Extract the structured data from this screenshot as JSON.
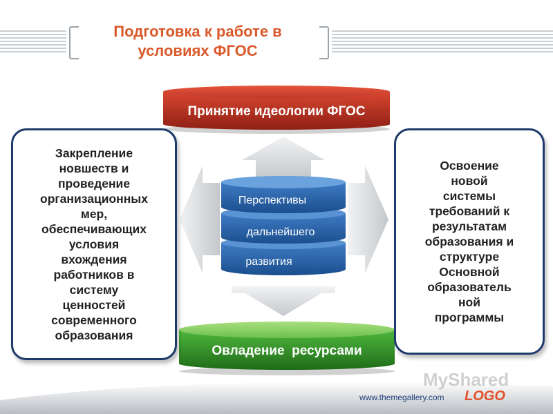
{
  "title": {
    "line1": "Подготовка к работе в",
    "line2": "условиях ФГОС"
  },
  "top_cylinder": {
    "label": "Принятие идеологии ФГОС",
    "color": "#c0392b"
  },
  "bottom_cylinder": {
    "label": "Овладение  ресурсами",
    "color": "#3a9a2e"
  },
  "center_stack": {
    "color": "#2f66a8",
    "items": [
      "Перспективы",
      "дальнейшего",
      "развития"
    ]
  },
  "left_box": {
    "lines": [
      "Закрепление",
      "новшеств и",
      "проведение",
      "организационных",
      "мер,",
      "обеспечивающих",
      "условия",
      "вхождения",
      "работников в",
      "систему",
      "ценностей",
      "современного",
      "образования"
    ]
  },
  "right_box": {
    "lines": [
      "Освоение",
      "новой",
      "системы",
      "требований к",
      "результатам",
      "образования и",
      "структуре",
      "Основной",
      "образователь",
      "ной",
      "программы"
    ]
  },
  "footer": {
    "url": "www.themegallery.com",
    "logo": "LOGO"
  },
  "watermark": "MyShared",
  "colors": {
    "title": "#d9592a",
    "box_border": "#1d3a6b",
    "arrow": "#dfe2e5"
  }
}
